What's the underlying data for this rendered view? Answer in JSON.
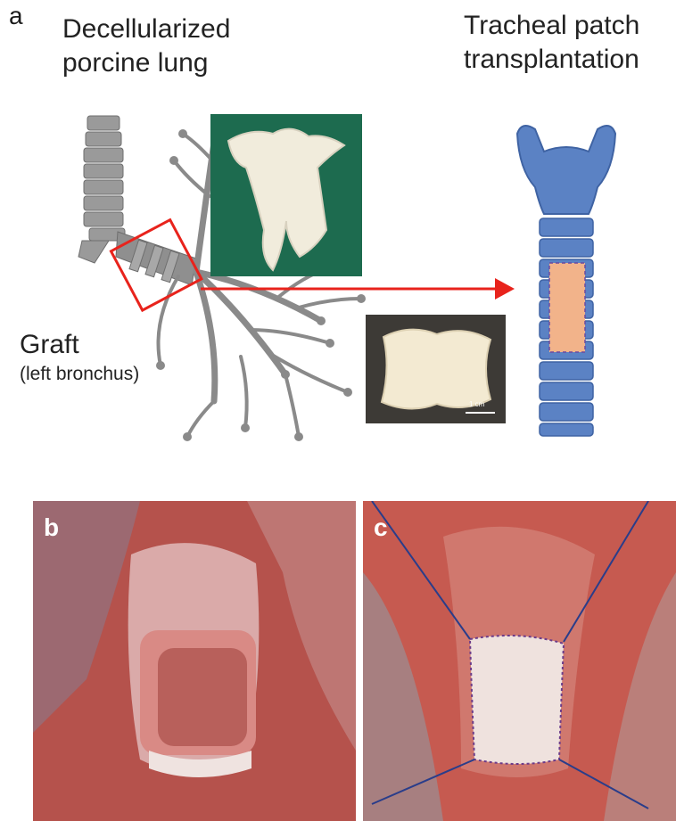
{
  "panel_a": {
    "letter": "a",
    "left_title_line1": "Decellularized",
    "left_title_line2": "porcine lung",
    "right_title_line1": "Tracheal patch",
    "right_title_line2": "transplantation",
    "graft_label": "Graft",
    "graft_sublabel": "(left bronchus)",
    "scale_bar_text": "1 cm"
  },
  "panel_b": {
    "letter": "b"
  },
  "panel_c": {
    "letter": "c"
  },
  "colors": {
    "airway_gray": "#8f8f8f",
    "highlight_red": "#e8231c",
    "trachea_blue": "#5b82c4",
    "patch_peach": "#f2b38a",
    "green_drape": "#1d6b4f",
    "tissue_red": "#b93a34"
  }
}
